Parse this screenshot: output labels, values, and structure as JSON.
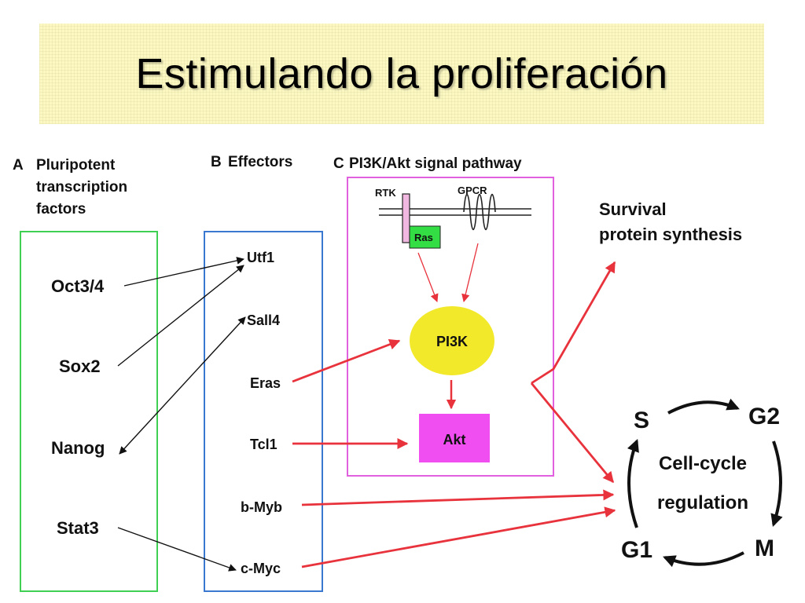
{
  "title": "Estimulando la proliferación",
  "sections": {
    "a": {
      "letter": "A",
      "heading_lines": [
        "Pluripotent",
        "transcription",
        "factors"
      ]
    },
    "b": {
      "letter": "B",
      "heading": "Effectors"
    },
    "c": {
      "letter": "C",
      "heading": "PI3K/Akt signal pathway"
    }
  },
  "factors": [
    "Oct3/4",
    "Sox2",
    "Nanog",
    "Stat3"
  ],
  "effectors": [
    "Utf1",
    "Sall4",
    "Eras",
    "Tcl1",
    "b-Myb",
    "c-Myc"
  ],
  "pathway": {
    "rtk": "RTK",
    "gpcr": "GPCR",
    "ras": "Ras",
    "pi3k": "PI3K",
    "akt": "Akt"
  },
  "outcome": {
    "line1": "Survival",
    "line2": "protein synthesis"
  },
  "cell_cycle": {
    "phases": {
      "s": "S",
      "g2": "G2",
      "m": "M",
      "g1": "G1"
    },
    "center_line1": "Cell-cycle",
    "center_line2": "regulation"
  },
  "colors": {
    "box_a": "#3fcf52",
    "box_b": "#3a78d0",
    "box_c": "#e060e0",
    "arrow_red": "#e8323c",
    "pi3k_fill": "#f2e92a",
    "akt_fill": "#f04ef0",
    "ras_fill": "#33dd44",
    "rtk_fill": "#f0b8e0",
    "title_bg": "#fbf8c4"
  }
}
